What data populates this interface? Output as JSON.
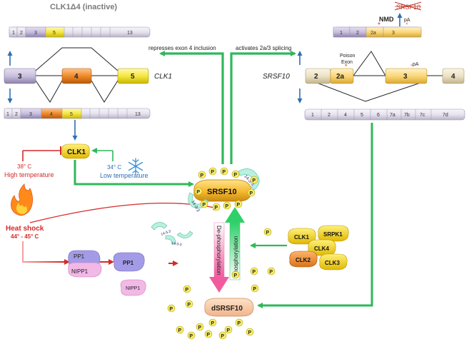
{
  "clk1_inactive_label": "CLK1Δ4 (inactive)",
  "clk1_gene_name": "CLK1",
  "srsf10_gene_name": "SRSF10",
  "clk1_top_exons": [
    "1",
    "2",
    "3",
    "5",
    "13"
  ],
  "clk1_mid_exons": [
    "3",
    "4",
    "5"
  ],
  "clk1_bottom_exons": [
    "1",
    "2",
    "3",
    "4",
    "5",
    "13"
  ],
  "srsf10_top_exons": [
    "1",
    "2",
    "2a",
    "3"
  ],
  "srsf10_mid_exons": [
    "2",
    "2a",
    "3",
    "4"
  ],
  "srsf10_bottom_exons": [
    "1",
    "2",
    "4",
    "5",
    "6",
    "7a",
    "7b",
    "7c",
    "7d"
  ],
  "srsf10_struck_label": "SRSF10",
  "nmd_label": "NMD",
  "pa_label": "pA",
  "poison_exon_line1": "Poison",
  "poison_exon_line2": "Exon",
  "represses_label": "represses exon 4 inclusion",
  "activates_label": "activates 2a/3 splicing",
  "clk1_protein": "CLK1",
  "temp_high_value": "38° C",
  "temp_high_text": "High temperature",
  "temp_low_value": "34° C",
  "temp_low_text": "Low temperature",
  "heat_shock_label": "Heat shock",
  "heat_shock_temp": "44° - 45° C",
  "srsf10_protein": "SRSF10",
  "dsrsf10_protein": "dSRSF10",
  "protein_1433": "14-3-3",
  "pp1_label": "PP1",
  "nipp1_label": "NIPP1",
  "kinase_labels": [
    "CLK1",
    "SRPK1",
    "CLK4",
    "CLK2",
    "CLK3"
  ],
  "dephos_label": "De-phosphorylation",
  "phos_label": "Phosphorylation",
  "p_label": "P",
  "colors": {
    "green_arrow": "#2fb85a",
    "red_arrow": "#d42a2a",
    "blue_arrow": "#2f6fb0",
    "clk_yellow": "#f1c40f",
    "srsf_orange": "#f6b82e",
    "exon_purple": "#b8aed0",
    "exon_orange": "#f08a2a",
    "exon_yellow": "#f5e642",
    "nipp_pink": "#f2b8e6",
    "pp1_purple": "#a49be8",
    "teal": "#9fe3d0"
  }
}
